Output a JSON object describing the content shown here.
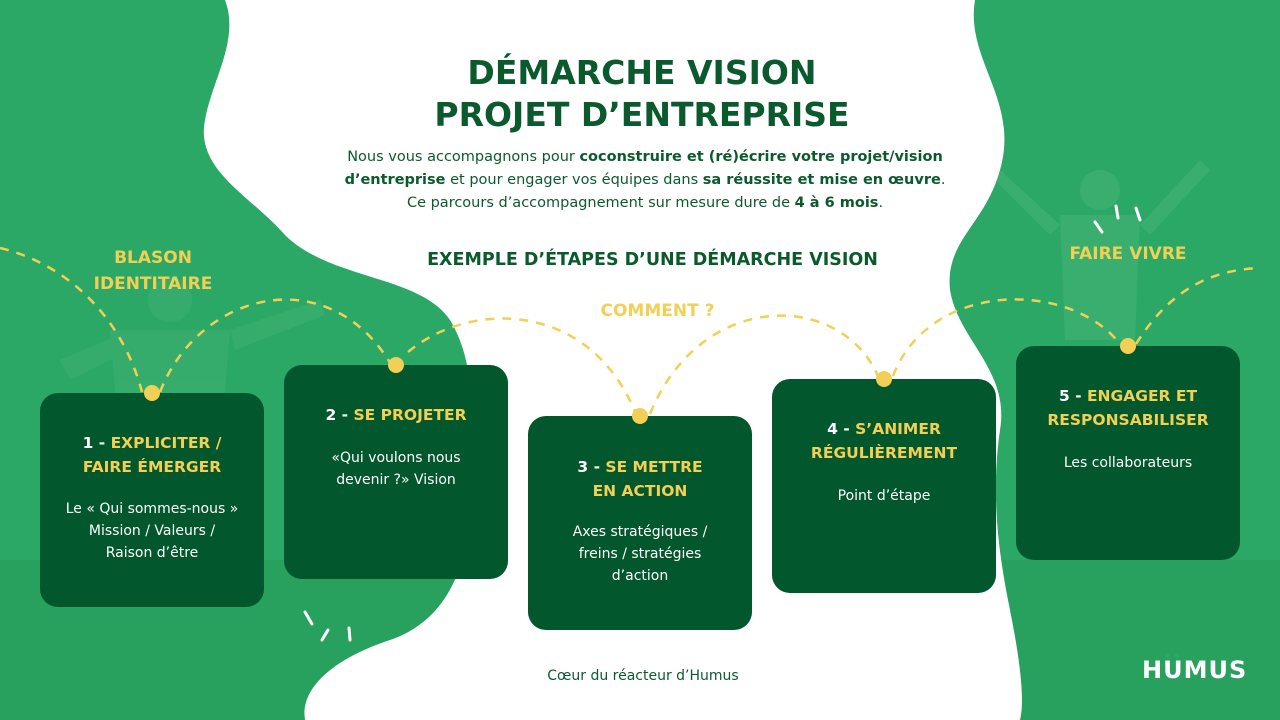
{
  "header": {
    "title_line1": "DÉMARCHE VISION",
    "title_line2": "PROJET D’ENTREPRISE",
    "intro": {
      "l1a": "Nous vous accompagnons pour ",
      "l1b": "coconstruire et (ré)écrire votre projet/vision",
      "l2a": "d’entreprise",
      "l2b": " et pour engager vos équipes dans ",
      "l2c": "sa réussite et mise en œuvre",
      "l2d": ".",
      "l3a": "Ce parcours d’accompagnement sur mesure dure de ",
      "l3b": "4 à 6 mois",
      "l3c": "."
    },
    "subheading": "EXEMPLE D’ÉTAPES D’UNE DÉMARCHE VISION"
  },
  "labels": {
    "blason_line1": "BLASON",
    "blason_line2": "IDENTITAIRE",
    "comment": "COMMENT ?",
    "faire_vivre": "FAIRE VIVRE"
  },
  "steps": [
    {
      "num": "1 - ",
      "title1": "EXPLICITER /",
      "title2": "FAIRE ÉMERGER",
      "body1": "Le « Qui sommes-nous »",
      "body2": "Mission / Valeurs /",
      "body3": "Raison d’être"
    },
    {
      "num": "2 - ",
      "title1": "SE PROJETER",
      "body1": "«Qui voulons nous",
      "body2": "devenir ?» Vision"
    },
    {
      "num": "3 - ",
      "title1": "SE METTRE",
      "title2": "EN ACTION",
      "body1": "Axes stratégiques /",
      "body2": "freins / stratégies",
      "body3": "d’action"
    },
    {
      "num": "4 - ",
      "title1": "S’ANIMER",
      "title2": "RÉGULIÈREMENT",
      "body1": "Point d’étape"
    },
    {
      "num": "5 - ",
      "title1": "ENGAGER ET",
      "title2": "RESPONSABILISER",
      "body1": "Les collaborateurs"
    }
  ],
  "footer": {
    "caption": "Cœur du réacteur d’Humus"
  },
  "logo": {
    "text_h": "H",
    "text_u": "U",
    "text_mus": "MUS"
  },
  "colors": {
    "dark_green": "#03572c",
    "bg_green": "#2ba865",
    "yellow": "#f2cf55",
    "title_green": "#0b5a2e"
  }
}
